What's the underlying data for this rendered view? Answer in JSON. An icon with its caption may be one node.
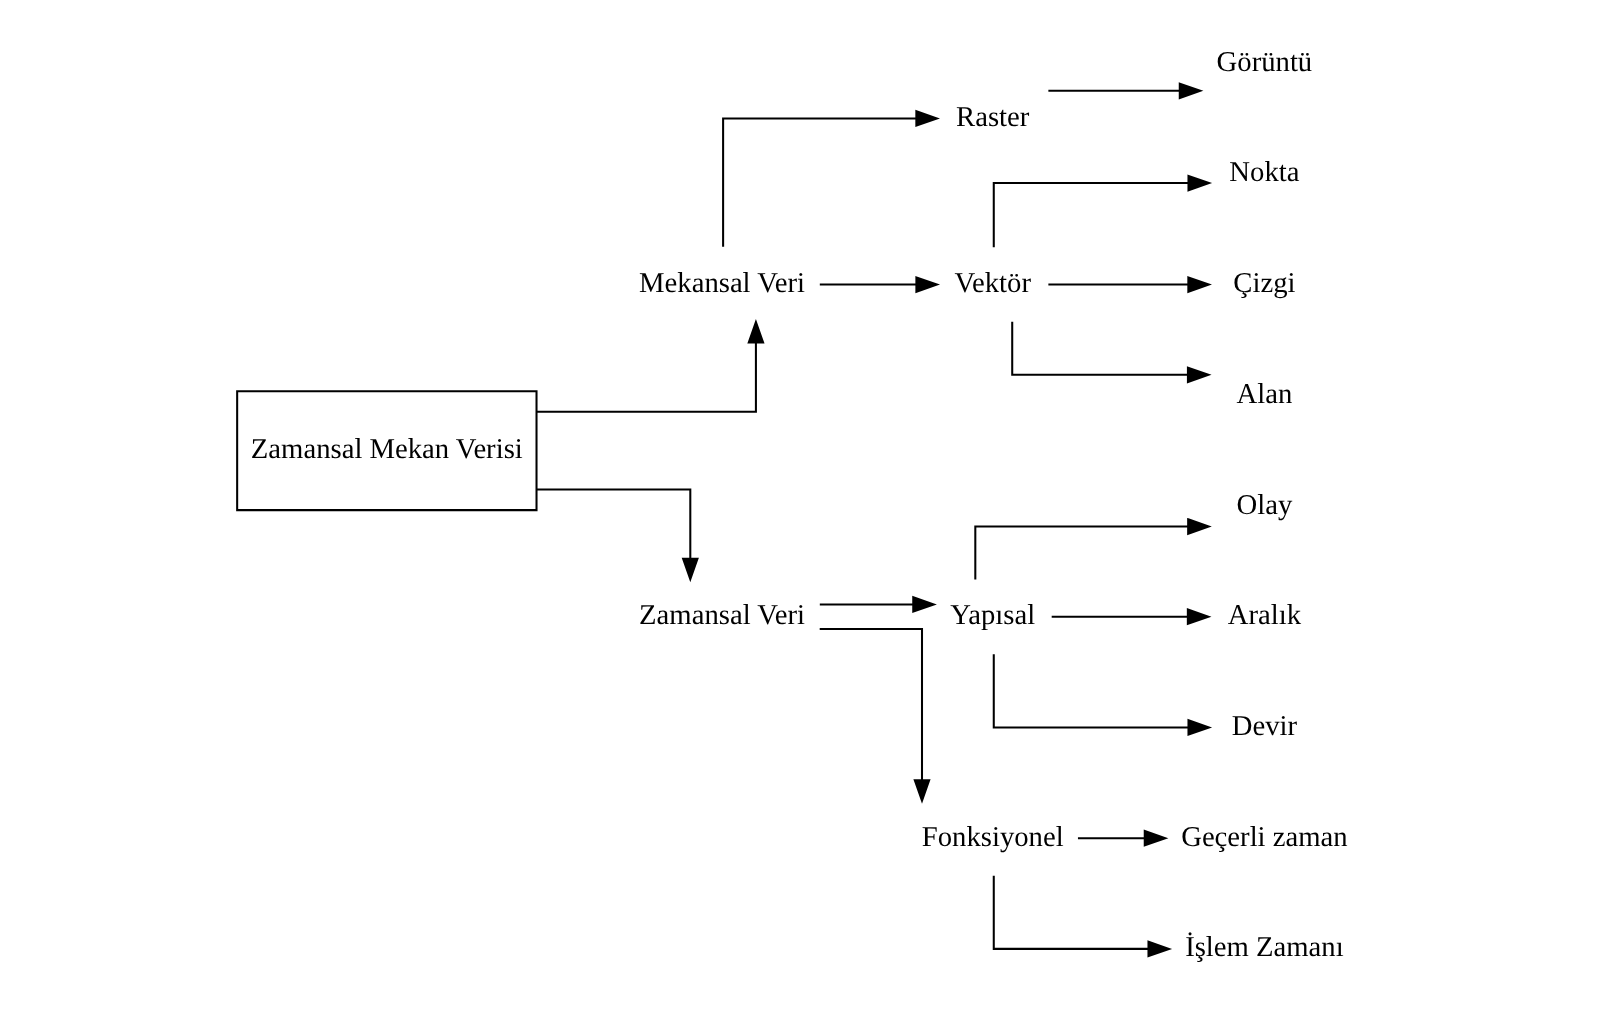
{
  "diagram": {
    "nodes": [
      {
        "text": [
          "Zamansal Mekan Verisi"
        ]
      },
      {
        "text": [
          "Mekansal Veri"
        ]
      },
      {
        "text": [
          "Zamansal Veri"
        ]
      },
      {
        "text": [
          "Raster"
        ]
      },
      {
        "text": [
          "Vektör"
        ]
      },
      {
        "text": [
          "Görüntü"
        ]
      },
      {
        "text": [
          "Nokta"
        ]
      },
      {
        "text": [
          "Çizgi"
        ]
      },
      {
        "text": [
          "Alan"
        ]
      },
      {
        "text": [
          "Yapısal"
        ]
      },
      {
        "text": [
          "Fonksiyonel"
        ]
      },
      {
        "text": [
          "Olay"
        ]
      },
      {
        "text": [
          "Aralık"
        ]
      },
      {
        "text": [
          "Devir"
        ]
      },
      {
        "text": [
          "Geçerli zaman"
        ]
      },
      {
        "text": [
          "İşlem Zamanı"
        ]
      }
    ],
    "edges": [
      {
        "from": 0,
        "to": 1,
        "arrow": "to"
      },
      {
        "from": 0,
        "to": 2,
        "arrow": "to"
      },
      {
        "from": 1,
        "to": 3,
        "arrow": "to"
      },
      {
        "from": 1,
        "to": 4,
        "arrow": "to"
      },
      {
        "from": 3,
        "to": 5,
        "arrow": "to"
      },
      {
        "from": 4,
        "to": 6,
        "arrow": "to"
      },
      {
        "from": 4,
        "to": 7,
        "arrow": "to"
      },
      {
        "from": 4,
        "to": 8,
        "arrow": "to"
      },
      {
        "from": 2,
        "to": 9,
        "arrow": "to"
      },
      {
        "from": 2,
        "to": 10,
        "arrow": "to"
      },
      {
        "from": 9,
        "to": 11,
        "arrow": "to"
      },
      {
        "from": 9,
        "to": 12,
        "arrow": "to"
      },
      {
        "from": 9,
        "to": 13,
        "arrow": "to"
      },
      {
        "from": 10,
        "to": 14,
        "arrow": "to"
      },
      {
        "from": 10,
        "to": 15,
        "arrow": "to"
      }
    ]
  }
}
